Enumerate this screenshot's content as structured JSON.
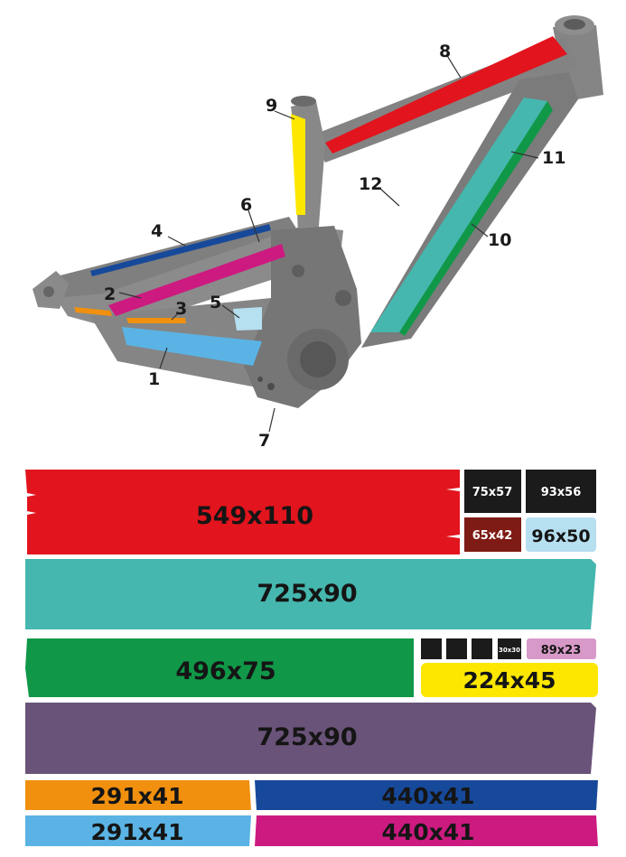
{
  "callouts": [
    "1",
    "2",
    "3",
    "4",
    "5",
    "6",
    "7",
    "8",
    "9",
    "10",
    "11",
    "12"
  ],
  "pieces": {
    "red": "549x110",
    "teal": "725x90",
    "green": "496x75",
    "purple": "725x90",
    "yellow": "224x45",
    "orange": "291x41",
    "light_blue": "291x41",
    "dark_blue": "440x41",
    "magenta": "440x41",
    "black_1": "75x57",
    "black_2": "93x56",
    "brown": "65x42",
    "pale_blue": "96x50",
    "small_black": "30x30",
    "pink": "89x23"
  },
  "colors": {
    "red": "#e2141d",
    "teal": "#45b7ae",
    "green": "#109848",
    "purple": "#6a5378",
    "yellow": "#fde700",
    "orange": "#f0900e",
    "light_blue": "#5ab3e4",
    "dark_blue": "#17499a",
    "magenta": "#cc1a80",
    "black": "#1b1b1b",
    "brown": "#7d1b14",
    "pale_blue": "#b6dff0",
    "pink": "#d79ac8",
    "frame": "#7a7a7a"
  }
}
